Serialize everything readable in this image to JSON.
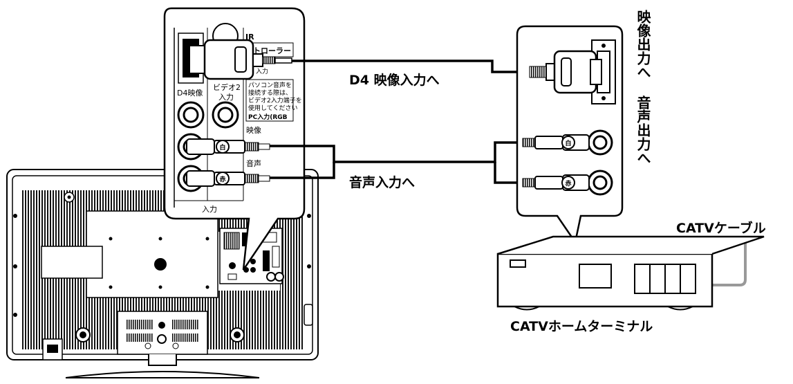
{
  "labels": {
    "d4_video_input": "D4 映像入力へ",
    "audio_input": "音声入力へ",
    "video_output": "映像出力へ",
    "audio_output": "音声出力へ",
    "catv_cable": "CATVケーブル",
    "catv_terminal": "CATVホームターミナル"
  },
  "panel": {
    "ir": "IR",
    "controller": "トローラー",
    "input_small": "入力",
    "d4_video": "D4映像",
    "video2": "ビデオ2",
    "input": "入力",
    "pc_note_1": "パソコン音声を",
    "pc_note_2": "接続する際は、",
    "pc_note_3": "ビデオ2入力端子を",
    "pc_note_4": "使用してください",
    "pc_input": "PC入力(RGB",
    "video": "映像",
    "audio": "音声",
    "bottom_input": "入力"
  },
  "plugs": {
    "white": "白",
    "red": "赤"
  }
}
